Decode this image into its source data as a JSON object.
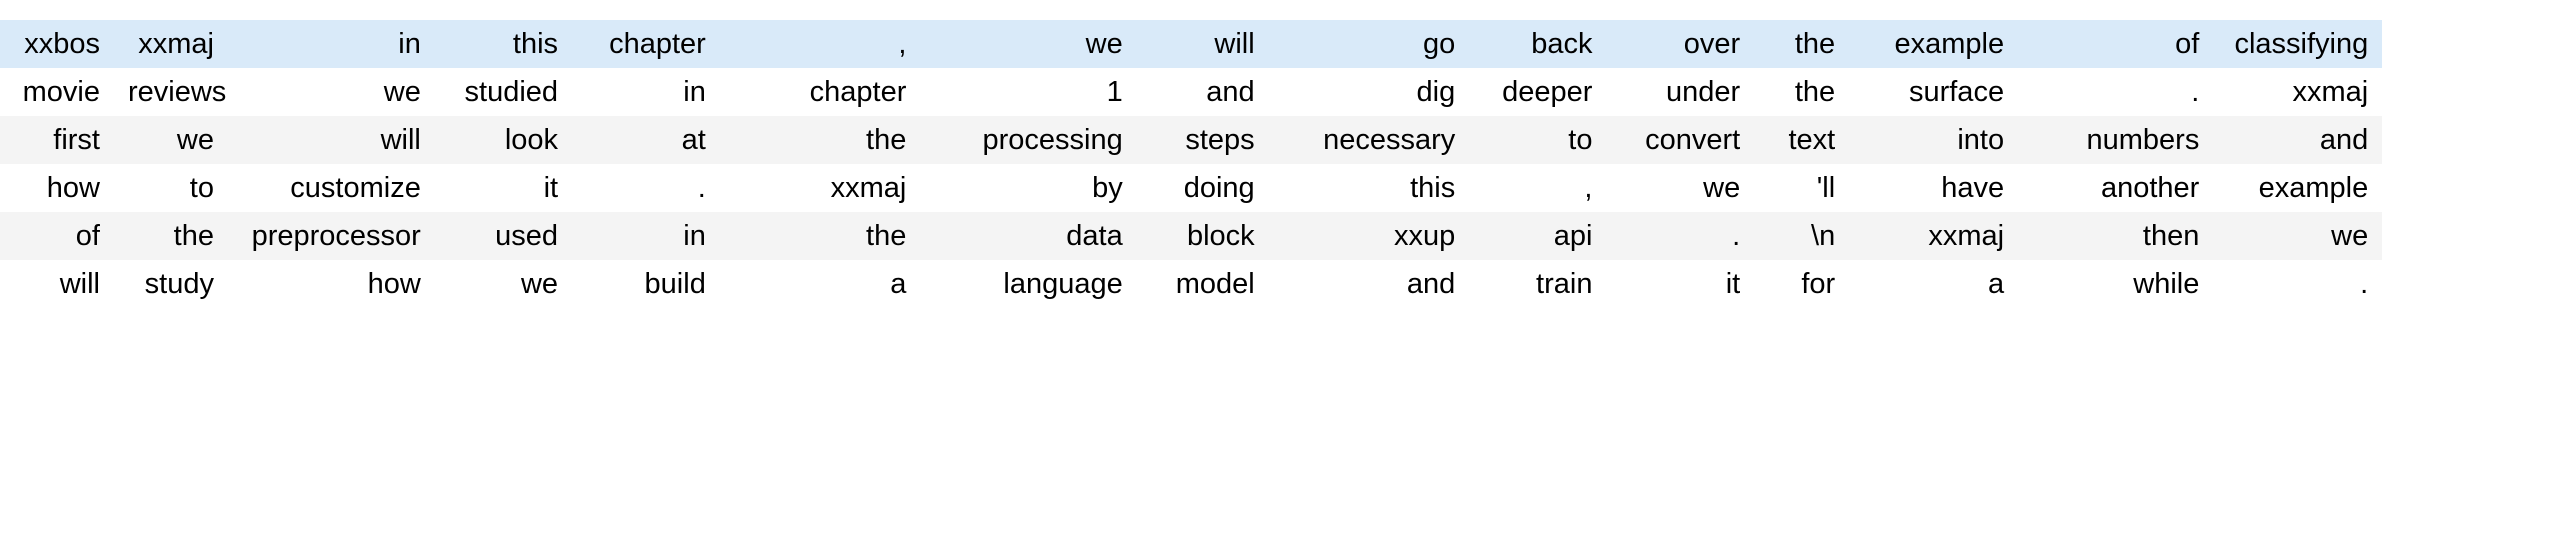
{
  "table": {
    "kind": "tokenized-text-dataframe",
    "row_count": 6,
    "column_count": 16,
    "colors": {
      "highlight_row_background": "#d9eaf9",
      "stripe_row_background": "#f4f4f4",
      "plain_row_background": "#ffffff",
      "text": "#000000",
      "page_background": "#ffffff"
    },
    "rows": [
      {
        "style": "highlight",
        "cells": [
          "xxbos",
          "xxmaj",
          "in",
          "this",
          "chapter",
          ",",
          "we",
          "will",
          "go",
          "back",
          "over",
          "the",
          "example",
          "of",
          "classifying"
        ]
      },
      {
        "style": "plain",
        "cells": [
          "movie",
          "reviews",
          "we",
          "studied",
          "in",
          "chapter",
          "1",
          "and",
          "dig",
          "deeper",
          "under",
          "the",
          "surface",
          ".",
          "xxmaj"
        ]
      },
      {
        "style": "stripe",
        "cells": [
          "first",
          "we",
          "will",
          "look",
          "at",
          "the",
          "processing",
          "steps",
          "necessary",
          "to",
          "convert",
          "text",
          "into",
          "numbers",
          "and"
        ]
      },
      {
        "style": "plain",
        "cells": [
          "how",
          "to",
          "customize",
          "it",
          ".",
          "xxmaj",
          "by",
          "doing",
          "this",
          ",",
          "we",
          "'ll",
          "have",
          "another",
          "example"
        ]
      },
      {
        "style": "stripe",
        "cells": [
          "of",
          "the",
          "preprocessor",
          "used",
          "in",
          "the",
          "data",
          "block",
          "xxup",
          "api",
          ".",
          "\\n",
          "xxmaj",
          "then",
          "we"
        ]
      },
      {
        "style": "plain",
        "cells": [
          "will",
          "study",
          "how",
          "we",
          "build",
          "a",
          "language",
          "model",
          "and",
          "train",
          "it",
          "for",
          "a",
          "while",
          "."
        ]
      }
    ]
  }
}
